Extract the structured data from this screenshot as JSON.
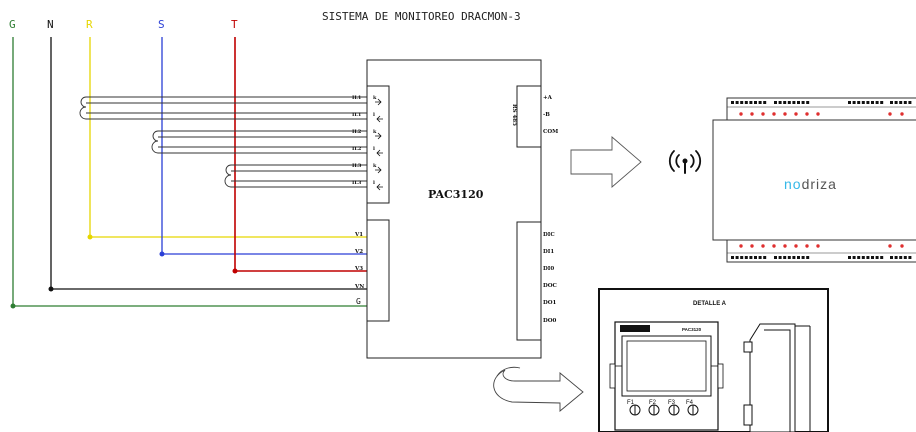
{
  "title": "SISTEMA DE MONITOREO  DRACMON-3",
  "phases": [
    {
      "id": "G",
      "label": "G",
      "color": "#2e7d32"
    },
    {
      "id": "N",
      "label": "N",
      "color": "#111111"
    },
    {
      "id": "R",
      "label": "R",
      "color": "#e6d600"
    },
    {
      "id": "S",
      "label": "S",
      "color": "#2a3fd6"
    },
    {
      "id": "T",
      "label": "T",
      "color": "#c00000"
    }
  ],
  "meter": {
    "name": "PAC3120",
    "current_terminals": [
      "IL1",
      "k",
      "IL1",
      "l",
      "IL2",
      "k",
      "IL2",
      "l",
      "IL3",
      "k",
      "IL3",
      "l"
    ],
    "rs485_label": "RS 485",
    "rs485_terminals": [
      "+A",
      "-B",
      "COM"
    ],
    "voltage_terminals": [
      "V1",
      "V2",
      "V3",
      "VN",
      "G"
    ],
    "io_terminals": [
      "DIC",
      "DI1",
      "DI0",
      "DOC",
      "DO1",
      "DO0"
    ]
  },
  "gateway": {
    "brand_accent": "no",
    "brand_rest": "driza",
    "accent_color": "#35b8e8"
  },
  "detail": {
    "title": "DETALLE A",
    "model_text": "PAC3120",
    "keys": [
      "F1",
      "F2",
      "F3",
      "F4"
    ]
  }
}
